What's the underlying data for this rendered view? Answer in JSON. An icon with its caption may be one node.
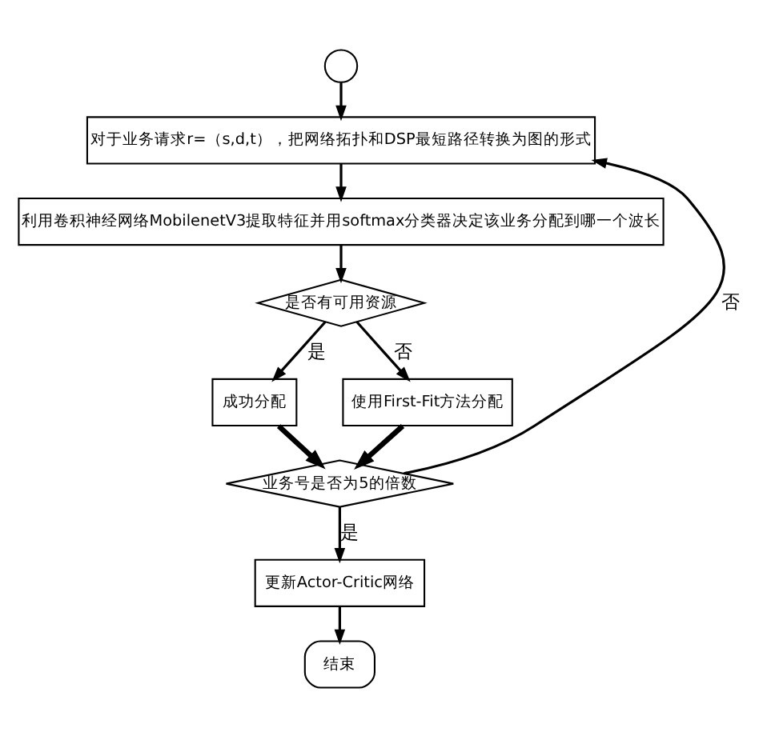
{
  "diagram": {
    "nodes": [
      {
        "text": [],
        "shape": "circle"
      },
      {
        "text": [
          "对于业务请求r=（s,d,t），把网络拓扑和DSP最短路径转换为图的形式"
        ]
      },
      {
        "text": [
          "利用卷积神经网络MobilenetV3提取特征并用softmax分类器决定该业务分配到哪一个波长"
        ]
      },
      {
        "text": [
          "是否有可用资源"
        ]
      },
      {
        "text": [
          "成功分配"
        ]
      },
      {
        "text": [
          "使用First-Fit方法分配"
        ]
      },
      {
        "text": [
          "业务号是否为5的倍数"
        ]
      },
      {
        "text": [
          "更新Actor-Critic网络"
        ]
      },
      {
        "text": [
          "结束"
        ]
      }
    ],
    "edges": [
      {
        "from": 0,
        "to": 1,
        "arrow": "to"
      },
      {
        "from": 1,
        "to": 2,
        "arrow": "to"
      },
      {
        "from": 2,
        "to": 3,
        "arrow": "to"
      },
      {
        "from": 3,
        "to": 4,
        "arrow": "to",
        "label": "是"
      },
      {
        "from": 3,
        "to": 5,
        "arrow": "to",
        "label": "否"
      },
      {
        "from": 4,
        "to": 6,
        "arrow": "to",
        "style": "thick"
      },
      {
        "from": 5,
        "to": 6,
        "arrow": "to",
        "style": "thick"
      },
      {
        "from": 6,
        "to": 1,
        "arrow": "to",
        "label": "否"
      },
      {
        "from": 6,
        "to": 7,
        "arrow": "to",
        "label": "是"
      },
      {
        "from": 7,
        "to": 8,
        "arrow": "to"
      }
    ]
  }
}
